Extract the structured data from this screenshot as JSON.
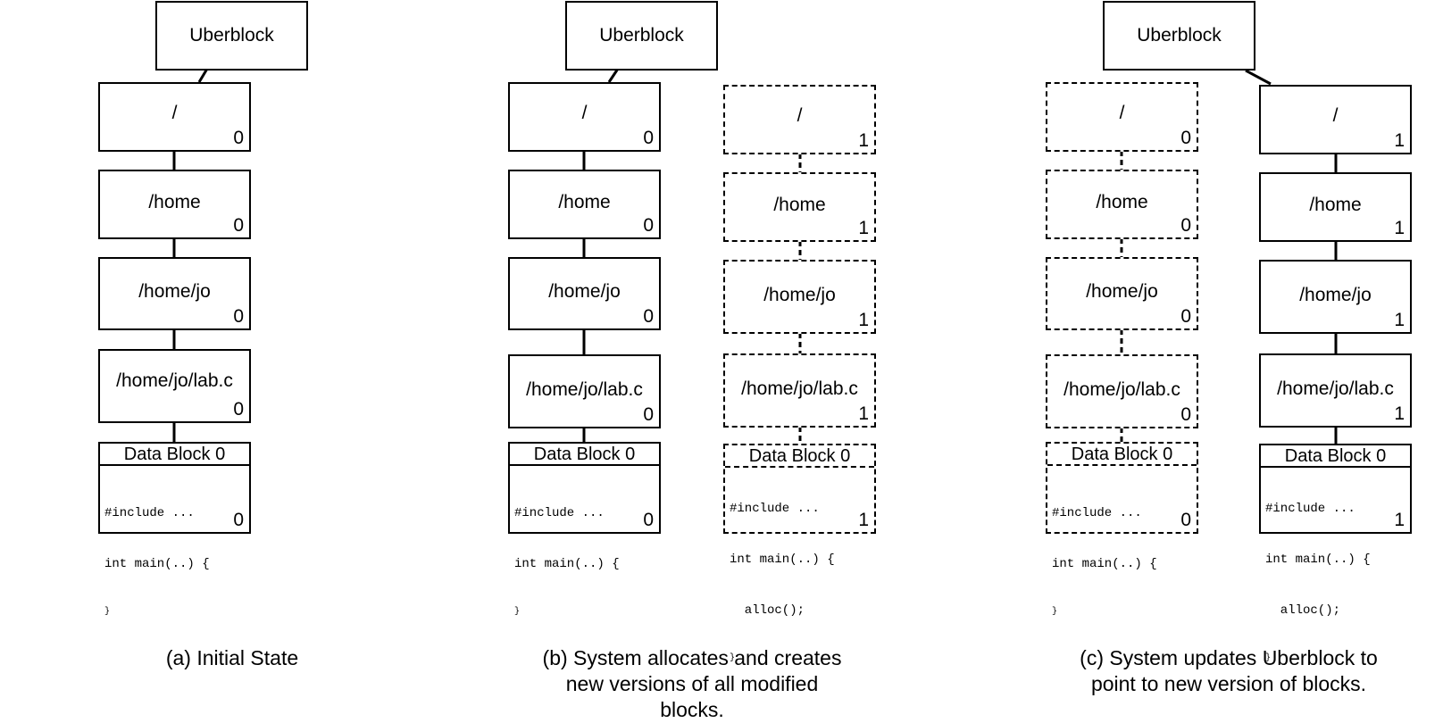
{
  "uberblock_label": "Uberblock",
  "panels": [
    {
      "caption_lines": [
        "(a) Initial State"
      ],
      "blocks": [
        {
          "label": "/",
          "version": "0"
        },
        {
          "label": "/home",
          "version": "0"
        },
        {
          "label": "/home/jo",
          "version": "0"
        },
        {
          "label": "/home/jo/lab.c",
          "version": "0"
        }
      ],
      "data_block": {
        "title": "Data Block 0",
        "code": [
          "#include ...",
          "int main(..) {",
          "}"
        ],
        "version": "0"
      }
    },
    {
      "caption_lines": [
        "(b) System allocates and creates",
        "new versions of all modified",
        "blocks."
      ],
      "blocks": [
        {
          "label": "/",
          "version": "0"
        },
        {
          "label": "/home",
          "version": "0"
        },
        {
          "label": "/home/jo",
          "version": "0"
        },
        {
          "label": "/home/jo/lab.c",
          "version": "0"
        }
      ],
      "data_block": {
        "title": "Data Block 0",
        "code": [
          "#include ...",
          "int main(..) {",
          "}"
        ],
        "version": "0"
      },
      "new_blocks": [
        {
          "label": "/",
          "version": "1"
        },
        {
          "label": "/home",
          "version": "1"
        },
        {
          "label": "/home/jo",
          "version": "1"
        },
        {
          "label": "/home/jo/lab.c",
          "version": "1"
        }
      ],
      "new_data_block": {
        "title": "Data Block 0",
        "code": [
          "#include ...",
          "int main(..) {",
          "  alloc();",
          "}"
        ],
        "version": "1"
      }
    },
    {
      "caption_lines": [
        "(c) System updates Uberblock to",
        "point to new version of blocks."
      ],
      "blocks": [
        {
          "label": "/",
          "version": "0"
        },
        {
          "label": "/home",
          "version": "0"
        },
        {
          "label": "/home/jo",
          "version": "0"
        },
        {
          "label": "/home/jo/lab.c",
          "version": "0"
        }
      ],
      "data_block": {
        "title": "Data Block 0",
        "code": [
          "#include ...",
          "int main(..) {",
          "}"
        ],
        "version": "0"
      },
      "new_blocks": [
        {
          "label": "/",
          "version": "1"
        },
        {
          "label": "/home",
          "version": "1"
        },
        {
          "label": "/home/jo",
          "version": "1"
        },
        {
          "label": "/home/jo/lab.c",
          "version": "1"
        }
      ],
      "new_data_block": {
        "title": "Data Block 0",
        "code": [
          "#include ...",
          "int main(..) {",
          "  alloc();",
          "}"
        ],
        "version": "1"
      }
    }
  ]
}
